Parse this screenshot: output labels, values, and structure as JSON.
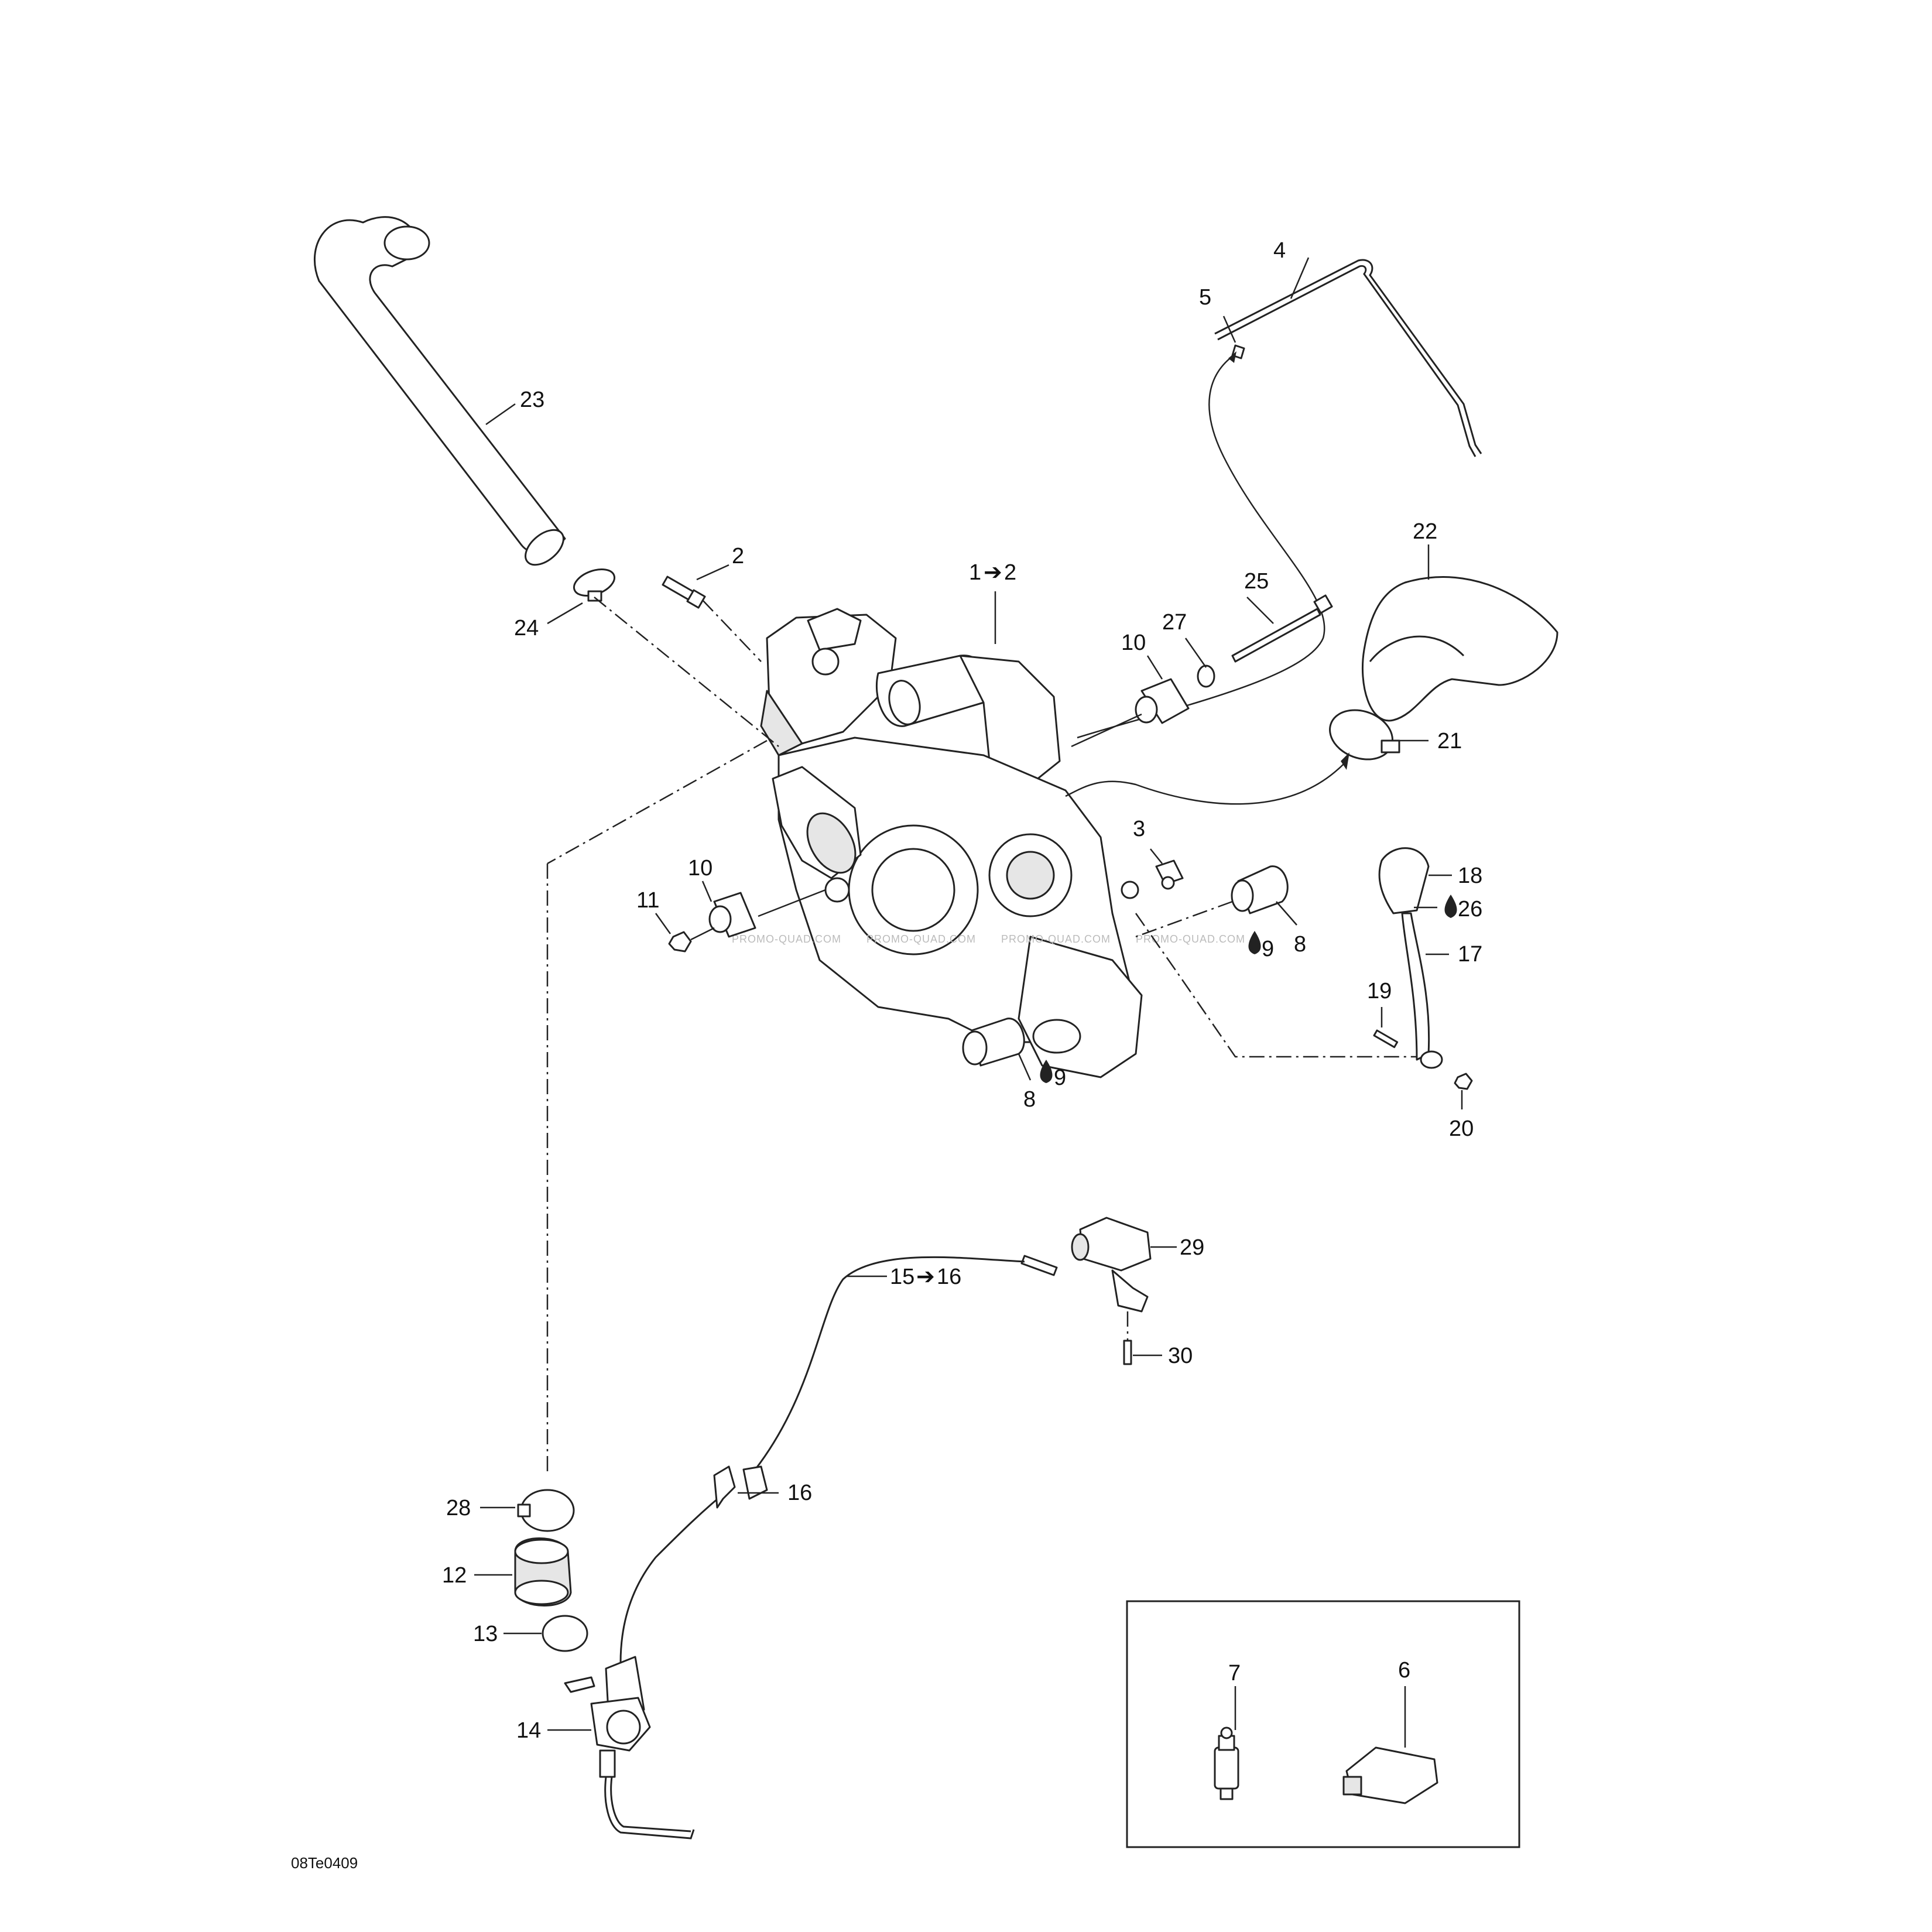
{
  "diagram": {
    "reference_code": "08Te0409",
    "watermark": "PROMO-QUAD.COM",
    "callouts": {
      "c1": "1",
      "c1_arrow": "➔",
      "c1_target": "2",
      "c2": "2",
      "c3": "3",
      "c4": "4",
      "c5": "5",
      "c6": "6",
      "c7": "7",
      "c8a": "8",
      "c8b": "8",
      "c9a": "9",
      "c9b": "9",
      "c10a": "10",
      "c10b": "10",
      "c11": "11",
      "c12": "12",
      "c13": "13",
      "c14": "14",
      "c15": "15",
      "c15_arrow": "➔",
      "c15_target": "16",
      "c16": "16",
      "c17": "17",
      "c18": "18",
      "c19": "19",
      "c20": "20",
      "c21": "21",
      "c22": "22",
      "c23": "23",
      "c24": "24",
      "c25": "25",
      "c26": "26",
      "c27": "27",
      "c28": "28",
      "c29": "29",
      "c30": "30"
    },
    "icons": {
      "lubricant": "oil-drop-icon",
      "arrow": "right-arrow-icon"
    }
  }
}
